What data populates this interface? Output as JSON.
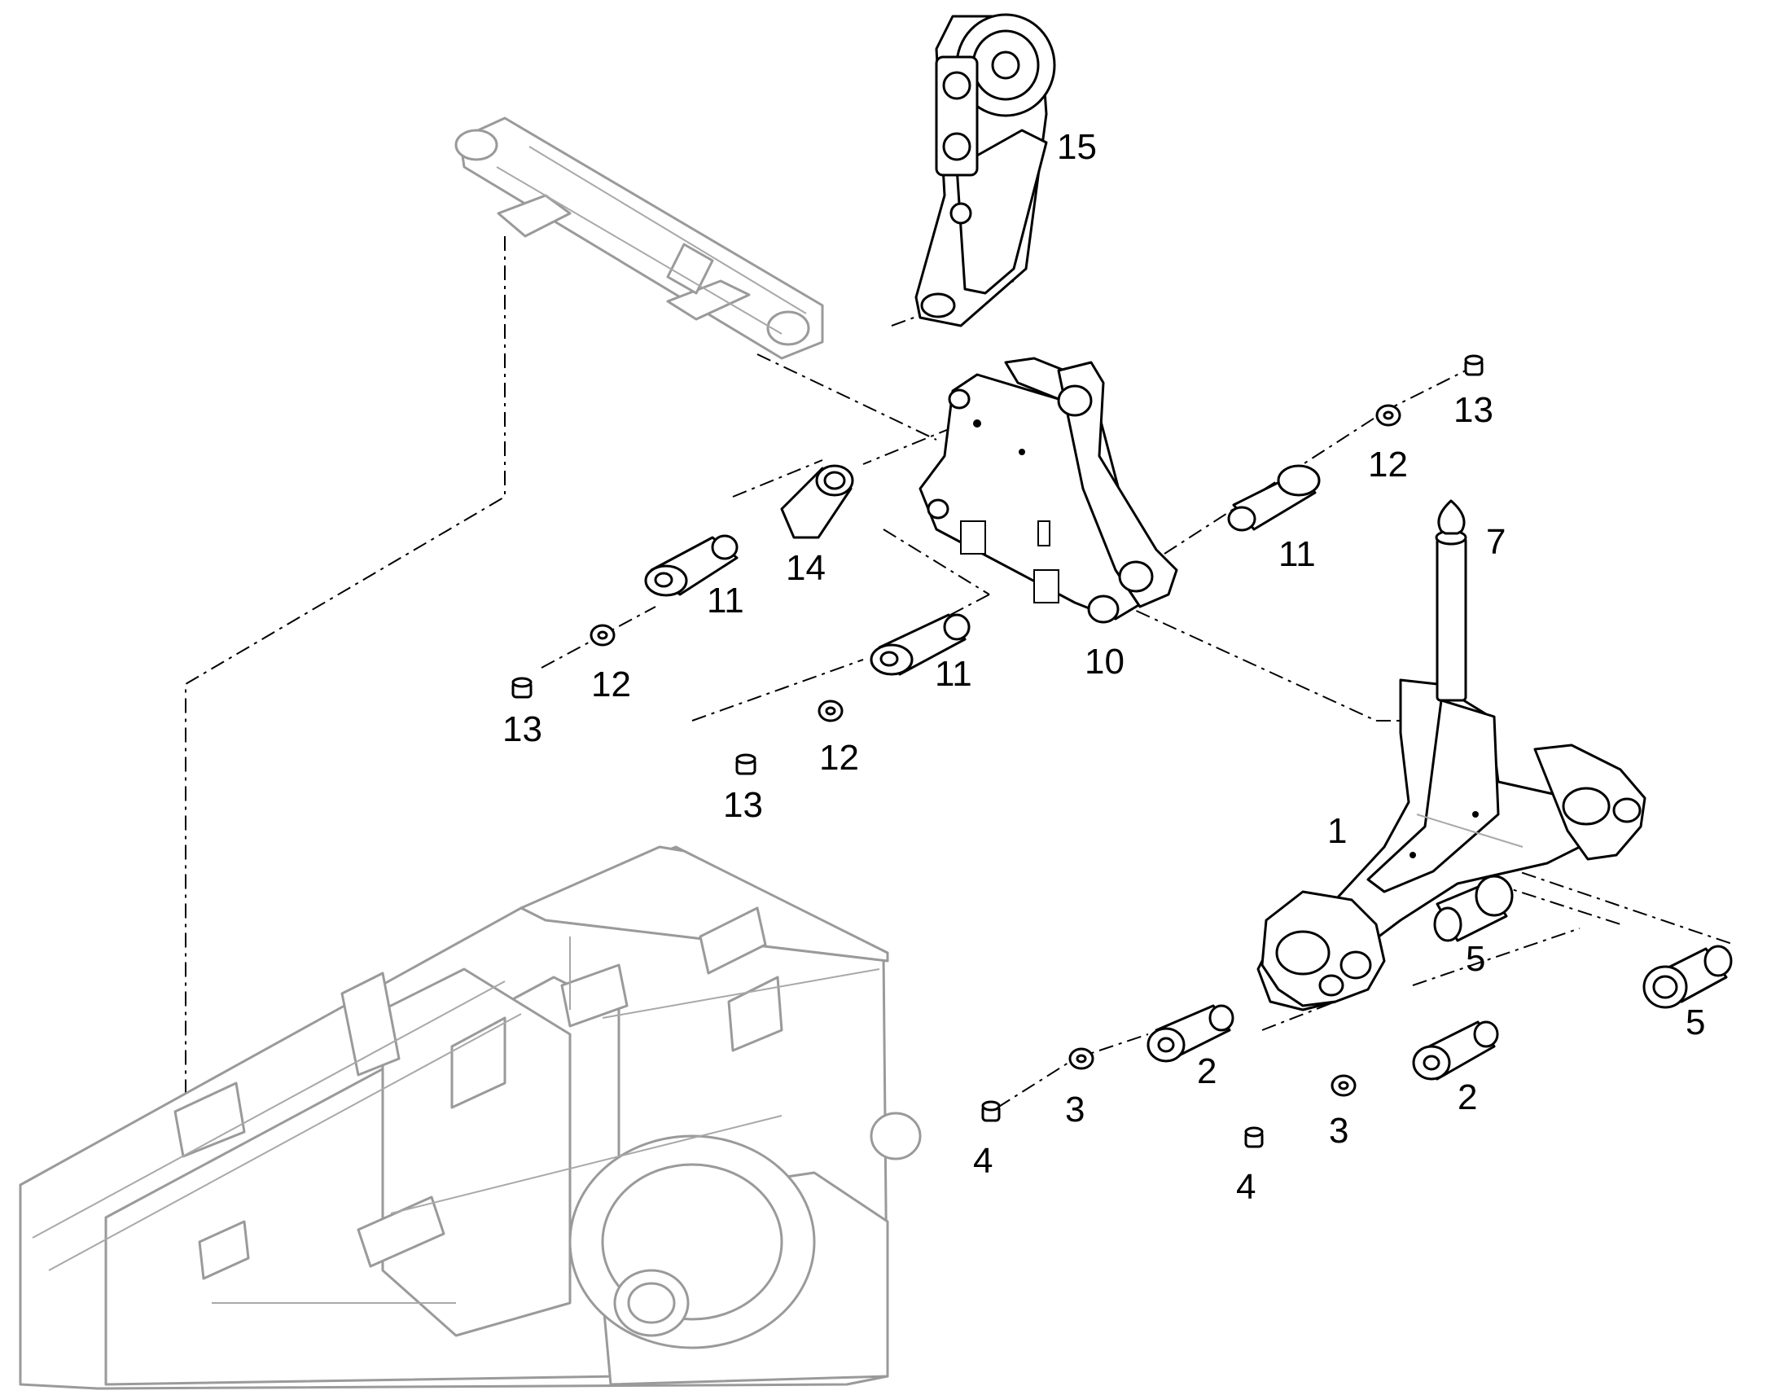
{
  "colors": {
    "line": "#000000",
    "ghost": "#9a9a9a",
    "background": "#ffffff"
  },
  "callouts": {
    "c1": "1",
    "c2a": "2",
    "c2b": "2",
    "c3a": "3",
    "c3b": "3",
    "c4a": "4",
    "c4b": "4",
    "c5a": "5",
    "c5b": "5",
    "c7": "7",
    "c10": "10",
    "c11a": "11",
    "c11b": "11",
    "c11c": "11",
    "c12a": "12",
    "c12b": "12",
    "c12c": "12",
    "c13a": "13",
    "c13b": "13",
    "c13c": "13",
    "c14": "14",
    "c15": "15"
  }
}
